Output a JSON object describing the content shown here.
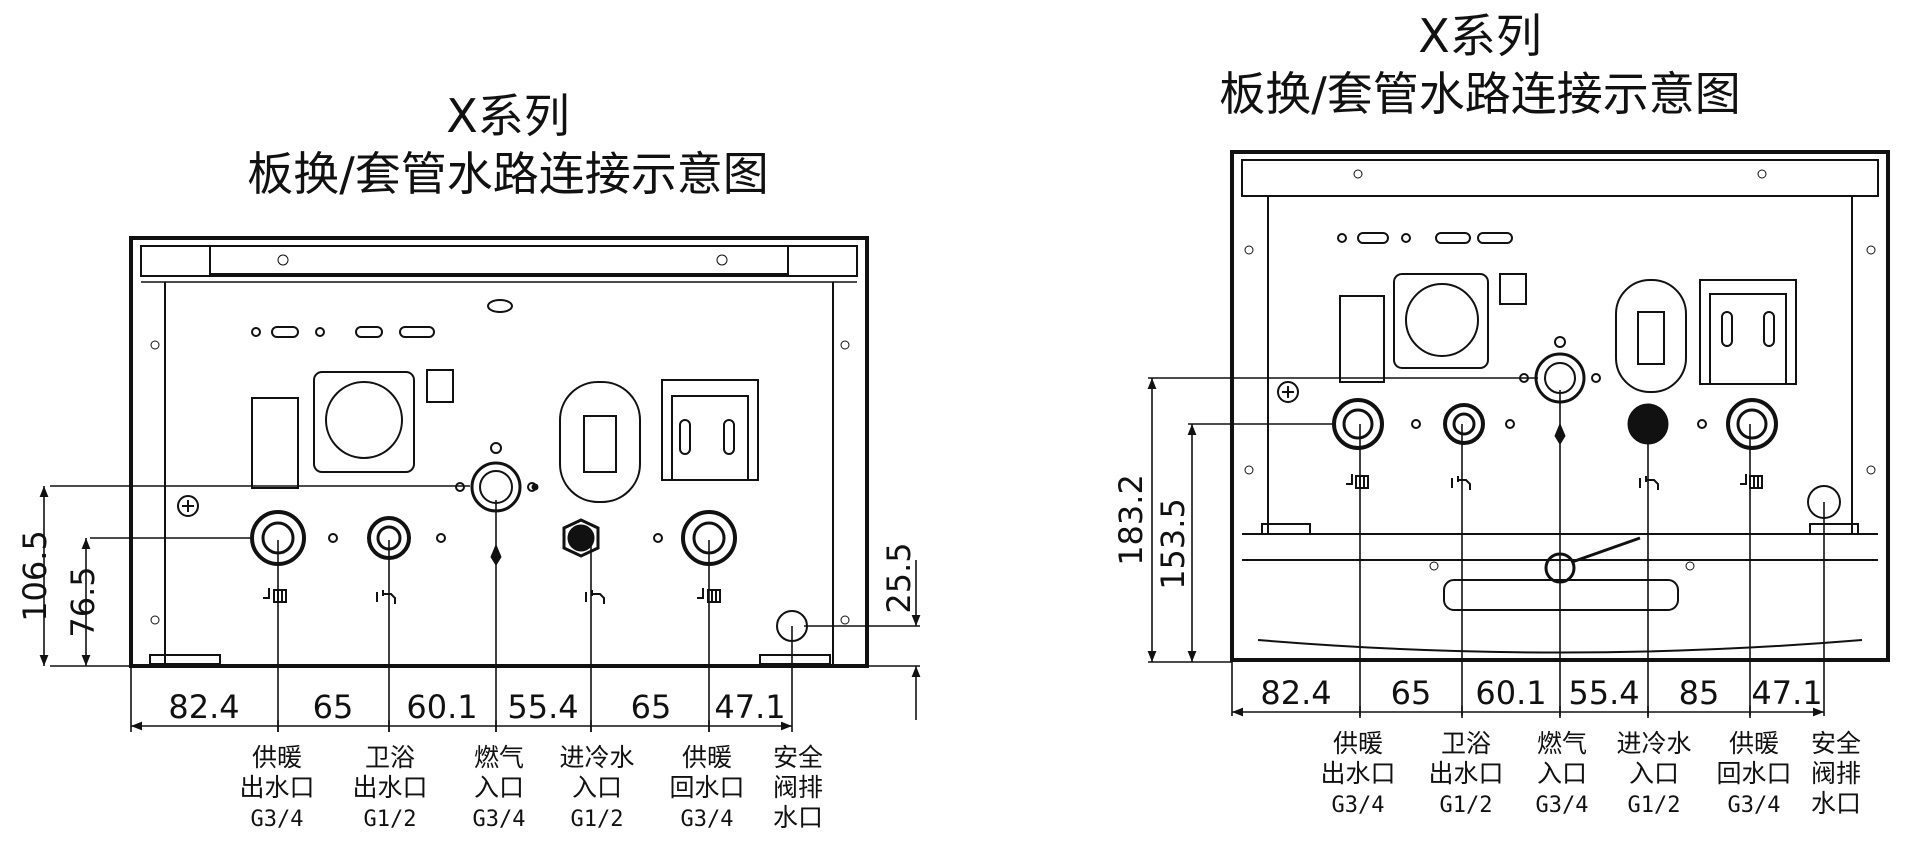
{
  "left": {
    "title_line1": "X系列",
    "title_line2": "板换/套管水路连接示意图",
    "bottom_dims": [
      "82.4",
      "65",
      "60.1",
      "55.4",
      "65",
      "47.1"
    ],
    "vertical_dims": [
      "106.5",
      "76.5",
      "25.5"
    ],
    "ports": [
      {
        "line1": "供暖",
        "line2": "出水口",
        "line3": "G3/4"
      },
      {
        "line1": "卫浴",
        "line2": "出水口",
        "line3": "G1/2"
      },
      {
        "line1": "燃气",
        "line2": "入口",
        "line3": "G3/4"
      },
      {
        "line1": "进冷水",
        "line2": "入口",
        "line3": "G1/2"
      },
      {
        "line1": "供暖",
        "line2": "回水口",
        "line3": "G3/4"
      },
      {
        "line1": "安全",
        "line2": "阀排",
        "line3": "水口"
      }
    ]
  },
  "right": {
    "title_line1": "X系列",
    "title_line2": "板换/套管水路连接示意图",
    "bottom_dims": [
      "82.4",
      "65",
      "60.1",
      "55.4",
      "85",
      "47.1"
    ],
    "vertical_dims": [
      "183.2",
      "153.5"
    ],
    "ports": [
      {
        "line1": "供暖",
        "line2": "出水口",
        "line3": "G3/4"
      },
      {
        "line1": "卫浴",
        "line2": "出水口",
        "line3": "G1/2"
      },
      {
        "line1": "燃气",
        "line2": "入口",
        "line3": "G3/4"
      },
      {
        "line1": "进冷水",
        "line2": "入口",
        "line3": "G1/2"
      },
      {
        "line1": "供暖",
        "line2": "回水口",
        "line3": "G3/4"
      },
      {
        "line1": "安全",
        "line2": "阀排",
        "line3": "水口"
      }
    ]
  }
}
